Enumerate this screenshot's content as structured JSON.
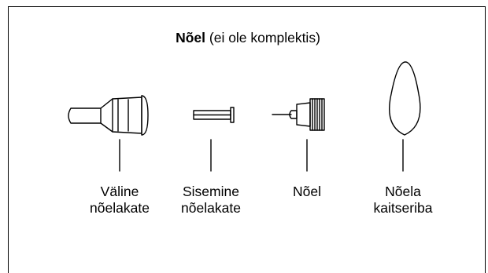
{
  "title": {
    "bold": "Nõel",
    "rest": " (ei ole komplektis)"
  },
  "parts": [
    {
      "line1": "Väline",
      "line2": "nõelakate",
      "icon": "outer-needle-cap-icon"
    },
    {
      "line1": "Sisemine",
      "line2": "nõelakate",
      "icon": "inner-needle-cap-icon"
    },
    {
      "line1": "Nõel",
      "line2": "",
      "icon": "needle-icon"
    },
    {
      "line1": "Nõela",
      "line2": "kaitseriba",
      "icon": "needle-tab-icon"
    }
  ]
}
